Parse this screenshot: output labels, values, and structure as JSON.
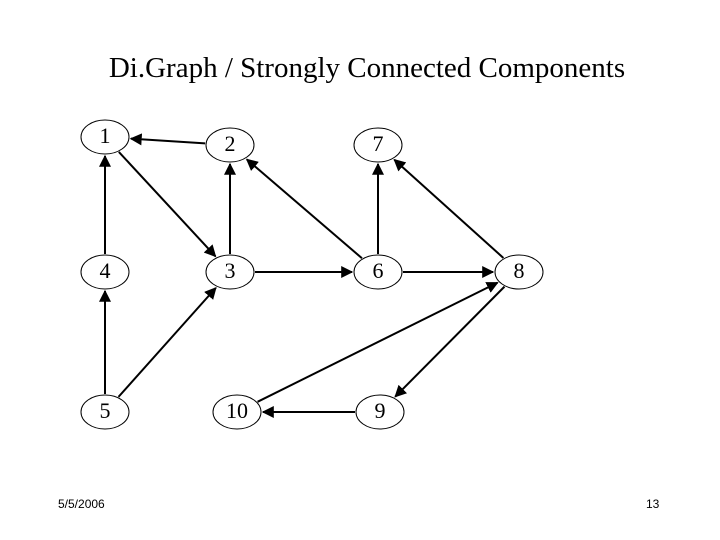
{
  "slide": {
    "title": "Di.Graph / Strongly Connected Components",
    "date": "5/5/2006",
    "page_number": "13"
  },
  "graph": {
    "nodes": [
      {
        "id": "1",
        "label": "1"
      },
      {
        "id": "2",
        "label": "2"
      },
      {
        "id": "7",
        "label": "7"
      },
      {
        "id": "4",
        "label": "4"
      },
      {
        "id": "3",
        "label": "3"
      },
      {
        "id": "6",
        "label": "6"
      },
      {
        "id": "8",
        "label": "8"
      },
      {
        "id": "5",
        "label": "5"
      },
      {
        "id": "10",
        "label": "10"
      },
      {
        "id": "9",
        "label": "9"
      }
    ],
    "edges": [
      {
        "from": "2",
        "to": "1"
      },
      {
        "from": "1",
        "to": "3"
      },
      {
        "from": "4",
        "to": "1"
      },
      {
        "from": "5",
        "to": "4"
      },
      {
        "from": "3",
        "to": "2"
      },
      {
        "from": "5",
        "to": "3"
      },
      {
        "from": "3",
        "to": "6"
      },
      {
        "from": "6",
        "to": "2"
      },
      {
        "from": "6",
        "to": "7"
      },
      {
        "from": "8",
        "to": "7"
      },
      {
        "from": "6",
        "to": "8"
      },
      {
        "from": "10",
        "to": "8"
      },
      {
        "from": "8",
        "to": "9"
      },
      {
        "from": "9",
        "to": "10"
      }
    ]
  }
}
